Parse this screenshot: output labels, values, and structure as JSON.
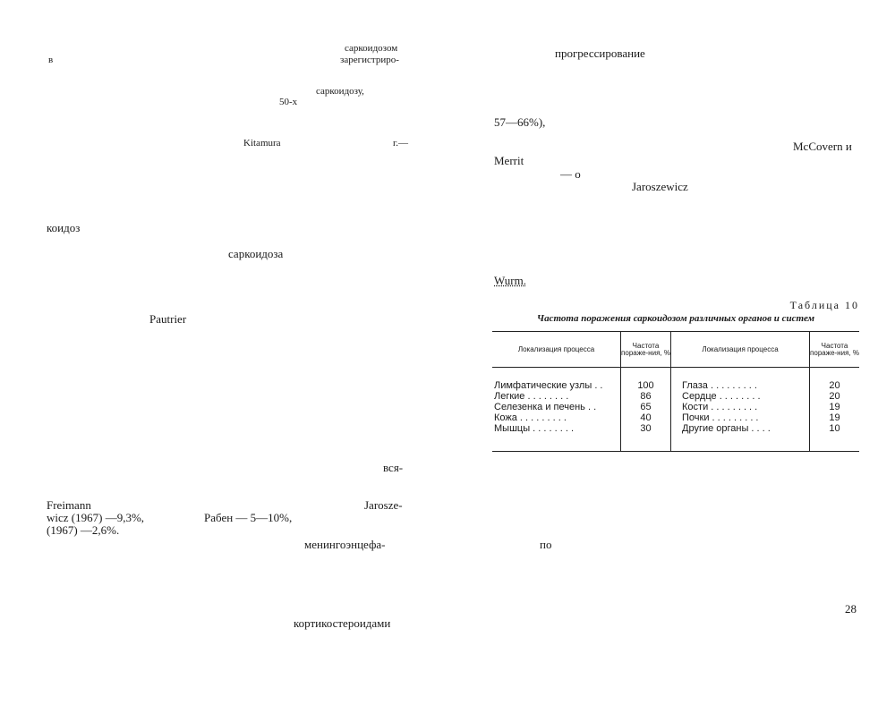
{
  "left_page": {
    "fragments": [
      {
        "id": "f1",
        "text": "саркоидозом"
      },
      {
        "id": "f2",
        "text": "в"
      },
      {
        "id": "f3",
        "text": "зарегистриро-"
      },
      {
        "id": "f4",
        "text": "саркоидозу,"
      },
      {
        "id": "f5",
        "text": "50-х"
      },
      {
        "id": "f6",
        "text": "Kitamura"
      },
      {
        "id": "f7",
        "text": "г.—"
      },
      {
        "id": "f8",
        "text": "коидоз"
      },
      {
        "id": "f9",
        "text": "саркоидоза"
      },
      {
        "id": "f10",
        "text": "Pautrier"
      },
      {
        "id": "f11",
        "text": "вся-"
      },
      {
        "id": "f12",
        "text": "Freimann"
      },
      {
        "id": "f13",
        "text": "Jarosze-"
      },
      {
        "id": "f14",
        "text": "wicz  (1967) —9,3%,"
      },
      {
        "id": "f15",
        "text": "Рабен — 5—10%,"
      },
      {
        "id": "f16",
        "text": "(1967) —2,6%."
      },
      {
        "id": "f17",
        "text": "менингоэнцефа-"
      },
      {
        "id": "f18",
        "text": "кортикостероидами"
      }
    ]
  },
  "right_page": {
    "fragments": [
      {
        "id": "r1",
        "text": "прогрессирование"
      },
      {
        "id": "r2",
        "text": "57—66%),"
      },
      {
        "id": "r3",
        "text": "McCovern и"
      },
      {
        "id": "r4",
        "text": "Merrit"
      },
      {
        "id": "r5",
        "text": "— о"
      },
      {
        "id": "r6",
        "text": "Jaroszewicz"
      },
      {
        "id": "r7",
        "text": "Wurm."
      },
      {
        "id": "r8",
        "text": "по"
      }
    ],
    "page_number": "28",
    "table": {
      "caption": "Таблица 10",
      "title": "Частота поражения саркоидозом различных органов и систем",
      "headers": {
        "loc1": "Локализация процесса",
        "freq1": "Частота пораже-ния, %",
        "loc2": "Локализация процесса",
        "freq2": "Частота пораже-ния, %"
      },
      "left_rows": [
        {
          "label": "Лимфатические узлы . .",
          "value": "100"
        },
        {
          "label": "Легкие . . . . . . . .",
          "value": "86"
        },
        {
          "label": "Селезенка и печень . .",
          "value": "65"
        },
        {
          "label": "Кожа . . . . . . . . .",
          "value": "40"
        },
        {
          "label": "Мышцы . . . . . . . .",
          "value": "30"
        }
      ],
      "right_rows": [
        {
          "label": "Глаза . . . . . . . . .",
          "value": "20"
        },
        {
          "label": "Сердце . . . . . . . .",
          "value": "20"
        },
        {
          "label": "Кости . . . . . . . . .",
          "value": "19"
        },
        {
          "label": "Почки . . . . . . . . .",
          "value": "19"
        },
        {
          "label": "Другие органы . . . .",
          "value": "10"
        }
      ]
    }
  }
}
